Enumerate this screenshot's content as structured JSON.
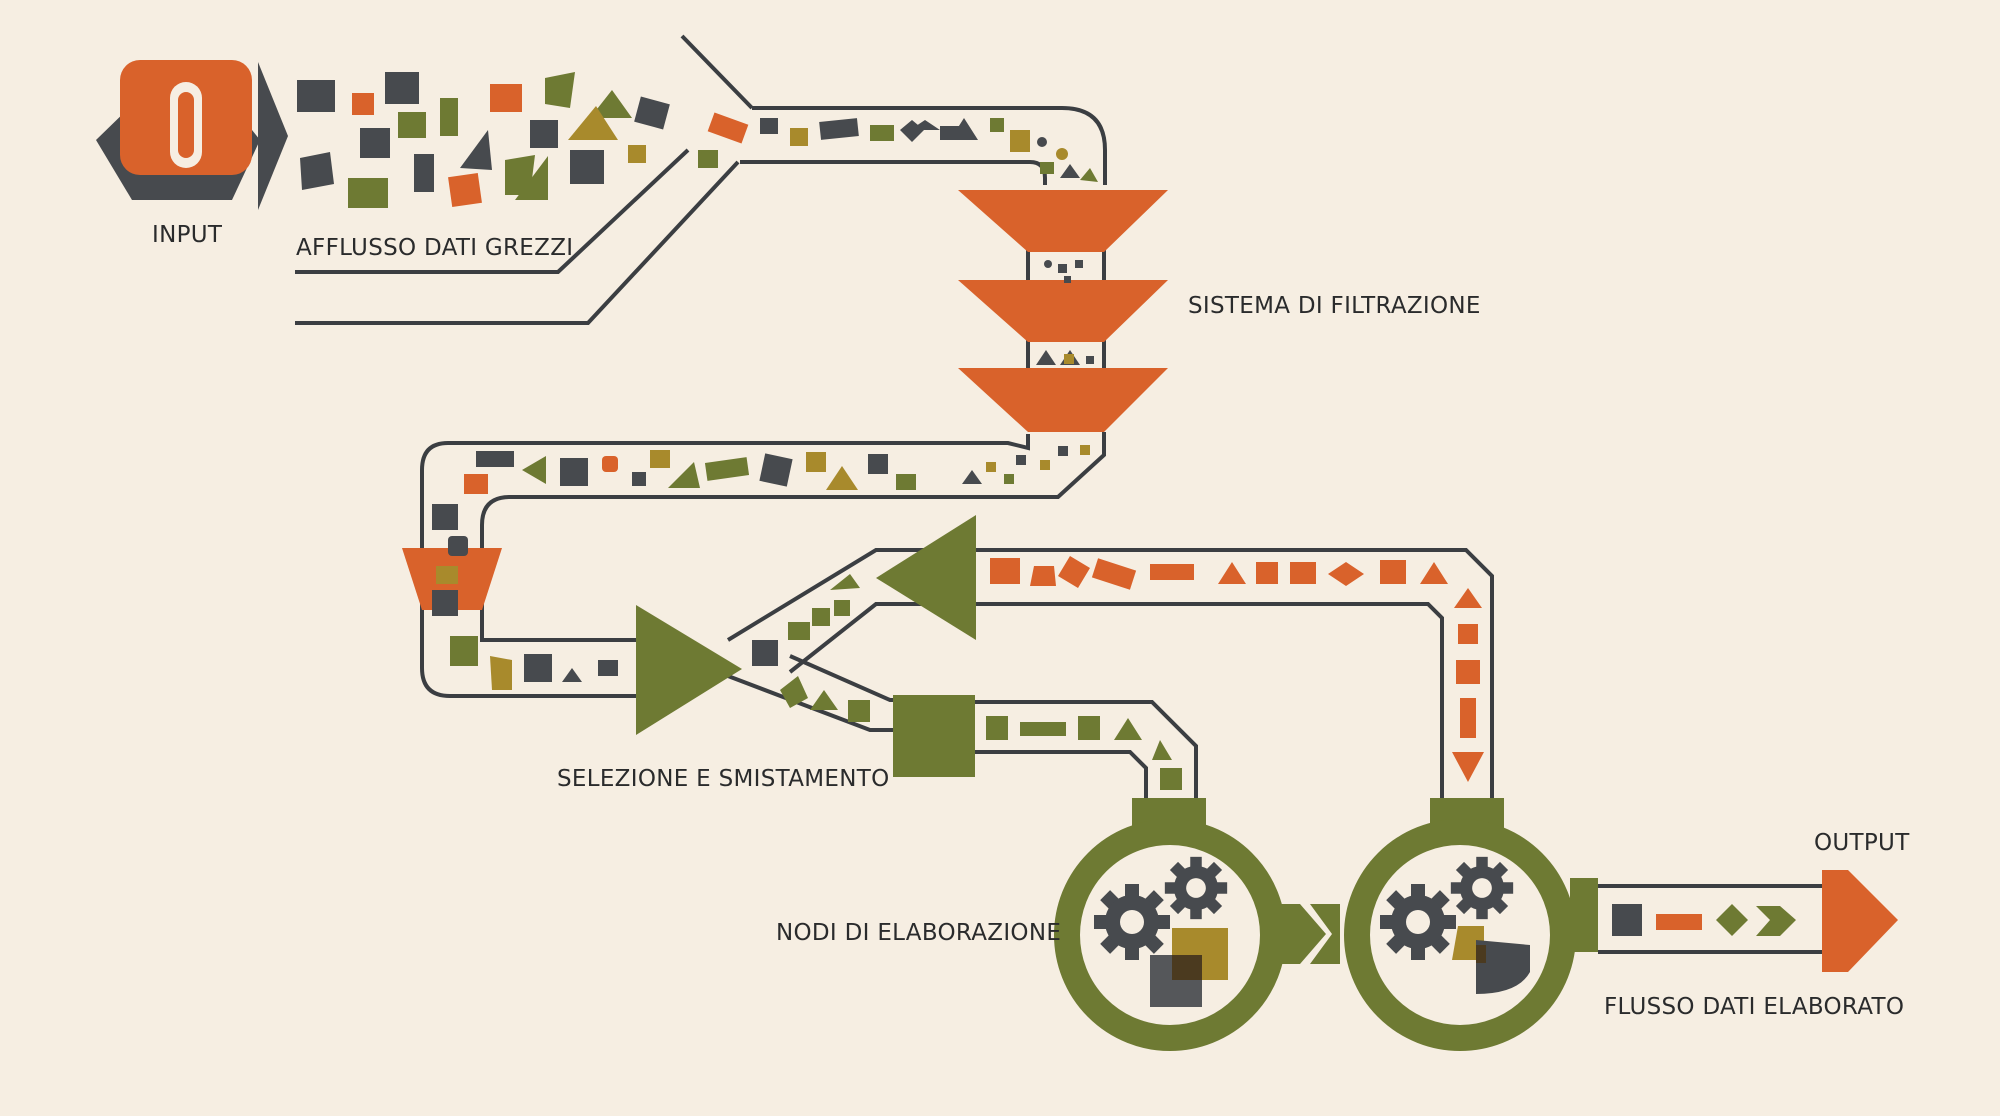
{
  "colors": {
    "background": "#f6eee2",
    "charcoal": "#474a4e",
    "orange": "#d9622b",
    "olive": "#6e7a33",
    "ochre": "#a88a2c",
    "line": "#3b3e42"
  },
  "icons": {
    "input_badge": "input-badge-icon",
    "funnel": "funnel-filter-icon",
    "router": "triangle-router-icon",
    "gear": "gear-icon",
    "output_arrow": "output-arrow-icon"
  },
  "labels": {
    "input": "INPUT",
    "raw_inflow": "AFFLUSSO DATI GREZZI",
    "filtration": "SISTEMA DI FILTRAZIONE",
    "sorting": "SELEZIONE E SMISTAMENTO",
    "processing": "NODI DI ELABORAZIONE",
    "output": "OUTPUT",
    "processed_flow": "FLUSSO DATI ELABORATO"
  }
}
